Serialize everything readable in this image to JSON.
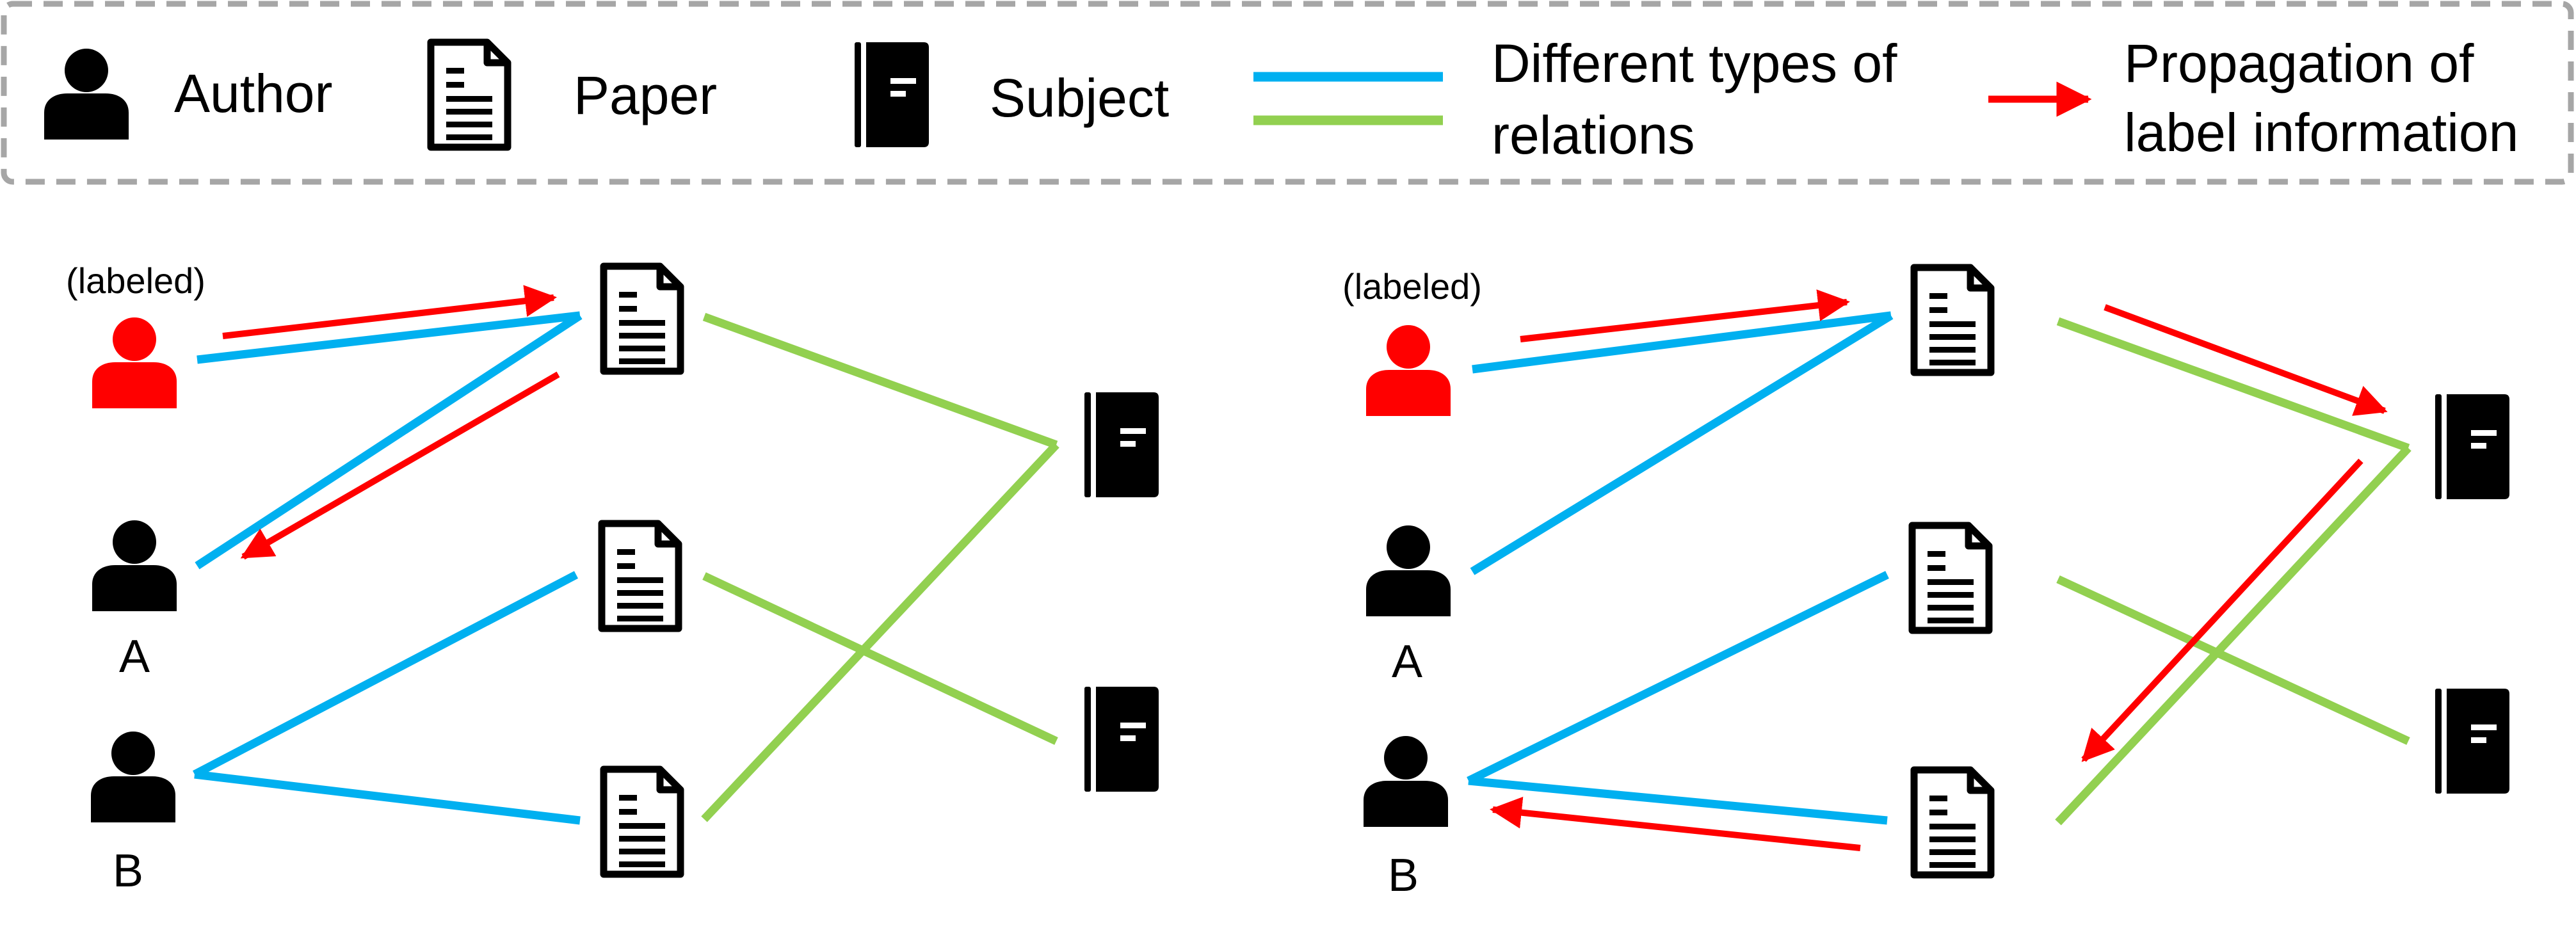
{
  "legend": {
    "author_label": "Author",
    "paper_label": "Paper",
    "subject_label": "Subject",
    "relations_label_line1": "Different types of",
    "relations_label_line2": "relations",
    "propagation_label_line1": "Propagation of",
    "propagation_label_line2": "label information"
  },
  "colors": {
    "labeled_author": "#ff0000",
    "relation_a": "#00b0f0",
    "relation_b": "#92d050",
    "propagation": "#ff0000",
    "node": "#000000",
    "legend_border": "#a6a6a6"
  },
  "icons": [
    "person-icon",
    "document-icon",
    "book-icon",
    "arrow-icon"
  ],
  "left_graph": {
    "labeled_tag": "(labeled)",
    "author_a_label": "A",
    "author_b_label": "B"
  },
  "right_graph": {
    "labeled_tag": "(labeled)",
    "author_a_label": "A",
    "author_b_label": "B"
  }
}
